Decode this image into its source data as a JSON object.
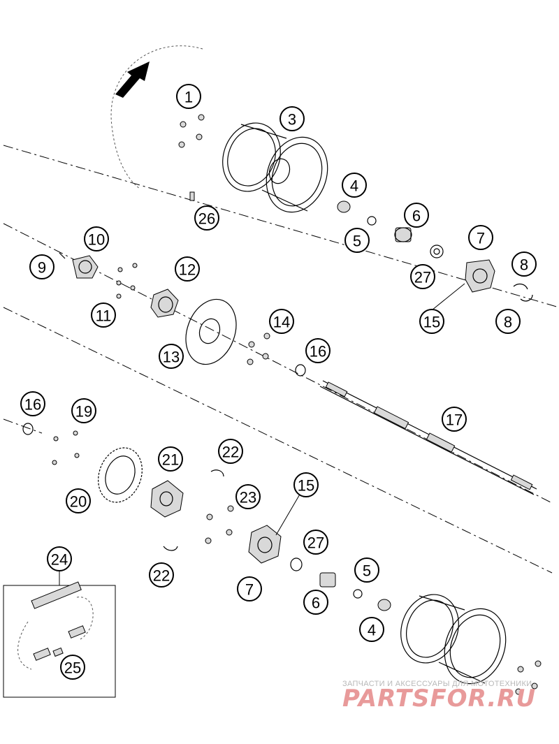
{
  "callouts": [
    {
      "id": "c1",
      "label": "1"
    },
    {
      "id": "c2",
      "label": "3"
    },
    {
      "id": "c3",
      "label": "4"
    },
    {
      "id": "c4",
      "label": "26"
    },
    {
      "id": "c5",
      "label": "5"
    },
    {
      "id": "c6",
      "label": "6"
    },
    {
      "id": "c7",
      "label": "7"
    },
    {
      "id": "c8",
      "label": "10"
    },
    {
      "id": "c9",
      "label": "9"
    },
    {
      "id": "c10",
      "label": "12"
    },
    {
      "id": "c11",
      "label": "8"
    },
    {
      "id": "c12",
      "label": "27"
    },
    {
      "id": "c13",
      "label": "11"
    },
    {
      "id": "c14",
      "label": "15"
    },
    {
      "id": "c15",
      "label": "8"
    },
    {
      "id": "c16",
      "label": "14"
    },
    {
      "id": "c17",
      "label": "13"
    },
    {
      "id": "c18",
      "label": "16"
    },
    {
      "id": "c19",
      "label": "16"
    },
    {
      "id": "c20",
      "label": "19"
    },
    {
      "id": "c21",
      "label": "17"
    },
    {
      "id": "c22",
      "label": "22"
    },
    {
      "id": "c23",
      "label": "21"
    },
    {
      "id": "c24",
      "label": "15"
    },
    {
      "id": "c25",
      "label": "23"
    },
    {
      "id": "c26",
      "label": "20"
    },
    {
      "id": "c27",
      "label": "27"
    },
    {
      "id": "c28",
      "label": "24"
    },
    {
      "id": "c29",
      "label": "5"
    },
    {
      "id": "c30",
      "label": "22"
    },
    {
      "id": "c31",
      "label": "7"
    },
    {
      "id": "c32",
      "label": "6"
    },
    {
      "id": "c33",
      "label": "4"
    },
    {
      "id": "c34",
      "label": "25"
    }
  ],
  "watermark": {
    "subtitle": "ЗАПЧАСТИ И АКСЕССУАРЫ ДЛЯ МОТОТЕХНИКИ",
    "logo": "PARTSFOR.RU"
  },
  "colors": {
    "line": "#000000",
    "watermark": "#e89a9a",
    "watermark_sub": "#b8b8b8"
  }
}
